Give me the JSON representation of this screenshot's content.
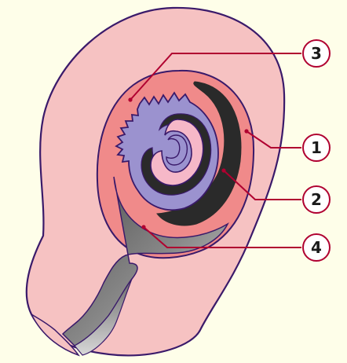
{
  "diagram": {
    "colors": {
      "background": "#fefee9",
      "outer_tissue": "#f6c2c2",
      "outline": "#3a1a6a",
      "chamber": "#f08a8a",
      "cavity_purple": "#9b92cf",
      "dark_band": "#2a2a2a",
      "grey_stalk": "#7d7d7d",
      "callout_line": "#b00030",
      "callout_circle_fill": "#ffffff"
    },
    "callouts": [
      {
        "number": "3"
      },
      {
        "number": "1"
      },
      {
        "number": "2"
      },
      {
        "number": "4"
      }
    ]
  }
}
